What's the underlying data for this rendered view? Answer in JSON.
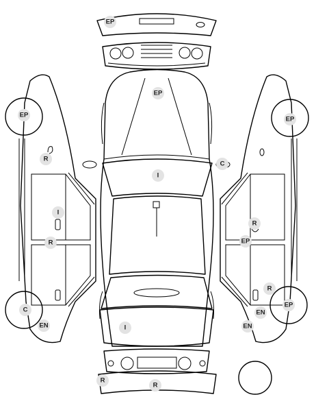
{
  "markers": [
    {
      "id": "front-bumper-ep",
      "code": "EP"
    },
    {
      "id": "hood-ep",
      "code": "EP"
    },
    {
      "id": "windshield-i",
      "code": "I"
    },
    {
      "id": "right-mirror-c",
      "code": "C"
    },
    {
      "id": "rear-window-i",
      "code": "I"
    },
    {
      "id": "rear-bumper-r-left",
      "code": "R"
    },
    {
      "id": "rear-bumper-r-center",
      "code": "R"
    },
    {
      "id": "left-front-wheel-ep",
      "code": "EP"
    },
    {
      "id": "left-front-fender-r",
      "code": "R"
    },
    {
      "id": "left-front-door-i",
      "code": "I"
    },
    {
      "id": "left-pillar-r",
      "code": "R"
    },
    {
      "id": "left-rear-wheel-c",
      "code": "C"
    },
    {
      "id": "left-rear-corner-en",
      "code": "EN"
    },
    {
      "id": "right-front-wheel-ep",
      "code": "EP"
    },
    {
      "id": "right-front-door-r",
      "code": "R"
    },
    {
      "id": "right-pillar-ep",
      "code": "EP"
    },
    {
      "id": "right-rear-door-r",
      "code": "R"
    },
    {
      "id": "right-rear-fender-en",
      "code": "EN"
    },
    {
      "id": "right-rear-wheel-ep",
      "code": "EP"
    },
    {
      "id": "right-rear-corner-en",
      "code": "EN"
    }
  ]
}
